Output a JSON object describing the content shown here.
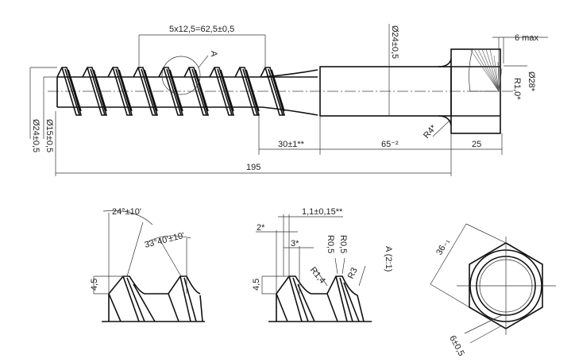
{
  "main_view": {
    "pitch_dim": "5x12,5=62,5±0,5",
    "detail_marker": "A",
    "shank_dia": "Ø24±0,5",
    "head_gap": "6 max",
    "collar_dia": "Ø28*",
    "collar_radius": "R1,0*",
    "fillet_radius": "R4*",
    "taper_len": "30±1**",
    "shank_len": "65⁻²",
    "head_len": "25",
    "total_len": "195",
    "outer_dia": "Ø24±0,5",
    "core_dia": "Ø15±0,5"
  },
  "thread_detail_1": {
    "angle_front": "24°±10'",
    "angle_back": "33°40'±10'",
    "height": "4,5"
  },
  "thread_detail_2": {
    "crest_width": "1,1±0,15**",
    "dim_2": "2*",
    "dim_3": "3*",
    "r_crest_1": "R0,5",
    "r_crest_2": "R0,5",
    "r_root": "R1,4",
    "r_back": "R3",
    "height": "4,5"
  },
  "head_view": {
    "title": "A (2:1)",
    "across_flats": "36₋₁",
    "collar_height": "6±0,5"
  }
}
